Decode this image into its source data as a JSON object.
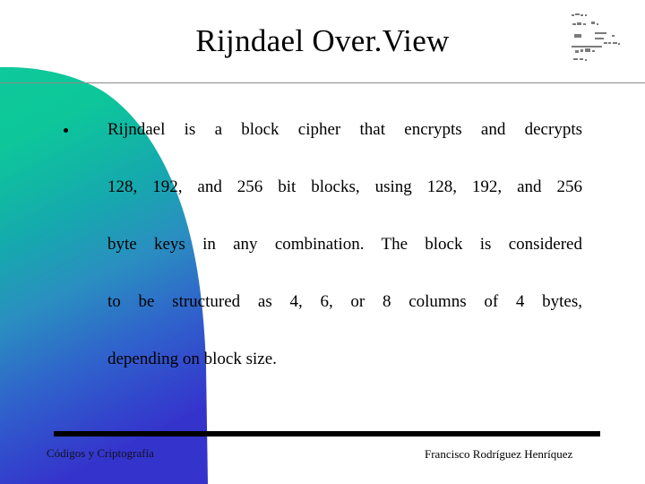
{
  "slide": {
    "title": "Rijndael Over.View",
    "bullet_glyph": "•",
    "body_lines": [
      "Rijndael is a block cipher that encrypts and decrypts",
      "128, 192, and 256 bit blocks, using 128, 192, and 256",
      "byte keys in any combination. The block is considered",
      "to be structured as 4, 6, or 8 columns of 4 bytes,",
      "depending on block size."
    ],
    "footer": {
      "left": "Códigos y Criptografía",
      "right": "Francisco Rodríguez Henríquez"
    },
    "decoration": {
      "shape_name": "gradient-arc",
      "gradient_top": "#0dc79a",
      "gradient_mid": "#2a8fc0",
      "gradient_bottom": "#3434cc",
      "rule_color": "#8a8a8a",
      "footer_bar_color": "#000000",
      "title_color": "#000000",
      "background": "#ffffff"
    },
    "thumbnail": {
      "name": "math-formula-thumbnail",
      "alt": "small illegible equation image"
    }
  }
}
